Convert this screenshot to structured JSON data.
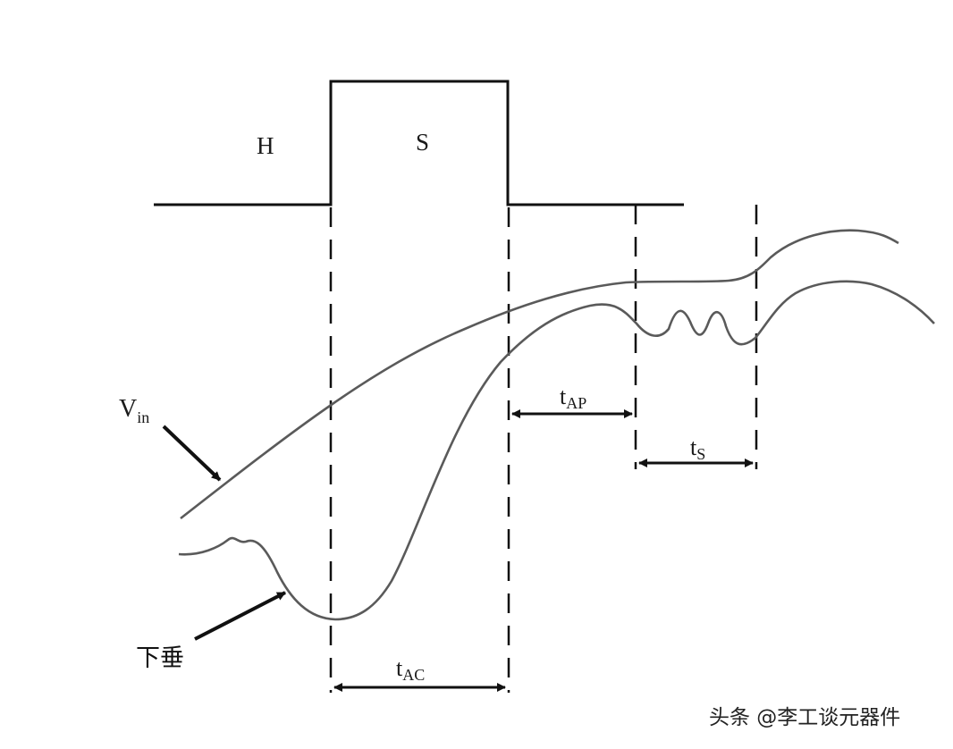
{
  "labels": {
    "hold": "H",
    "sample": "S",
    "vin_main": "V",
    "vin_sub": "in",
    "droop": "下垂",
    "tap_main": "t",
    "tap_sub": "AP",
    "tac_main": "t",
    "tac_sub": "AC",
    "ts_main": "t",
    "ts_sub": "S"
  },
  "watermark": "头条 @李工谈元器件",
  "colors": {
    "axis": "#111111",
    "curve": "#5a5a5a",
    "arrow": "#111111"
  }
}
